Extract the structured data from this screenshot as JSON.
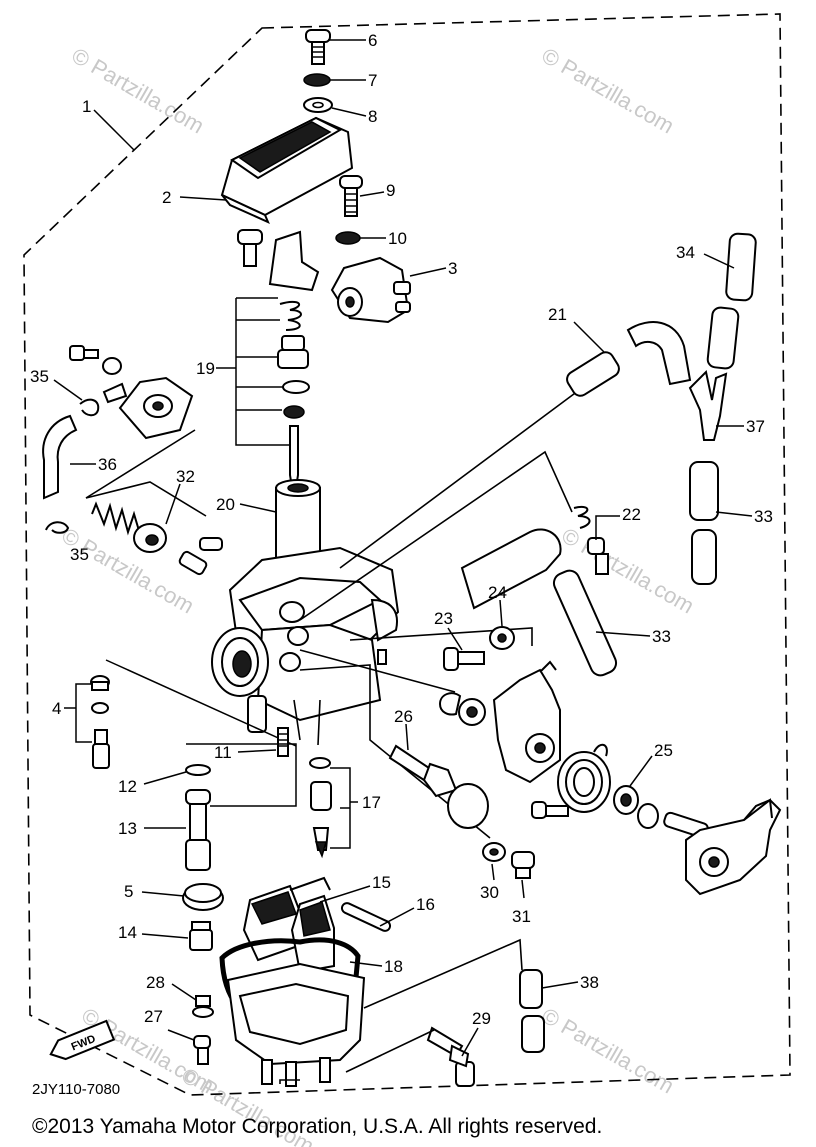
{
  "drawing_code": "2JY110-7080",
  "copyright": "©2013  Yamaha Motor Corporation, U.S.A. All rights reserved.",
  "watermarks": [
    "© Partzilla.com",
    "© Partzilla.com",
    "© Partzilla.com",
    "© Partzilla.com",
    "© Partzilla.com",
    "© Partzilla.com",
    "© Partzilla.com"
  ],
  "fwd_label": "FWD",
  "callouts": {
    "c1": "1",
    "c2": "2",
    "c3": "3",
    "c4": "4",
    "c5": "5",
    "c6": "6",
    "c7": "7",
    "c8": "8",
    "c9": "9",
    "c10": "10",
    "c11": "11",
    "c12": "12",
    "c13": "13",
    "c14": "14",
    "c15": "15",
    "c16": "16",
    "c17": "17",
    "c18": "18",
    "c19": "19",
    "c20": "20",
    "c21": "21",
    "c22": "22",
    "c23": "23",
    "c24": "24",
    "c25": "25",
    "c26": "26",
    "c27": "27",
    "c28": "28",
    "c29": "29",
    "c30": "30",
    "c31": "31",
    "c32": "32",
    "c33a": "33",
    "c33b": "33",
    "c34": "34",
    "c35a": "35",
    "c35b": "35",
    "c36": "36",
    "c37": "37",
    "c38": "38"
  }
}
